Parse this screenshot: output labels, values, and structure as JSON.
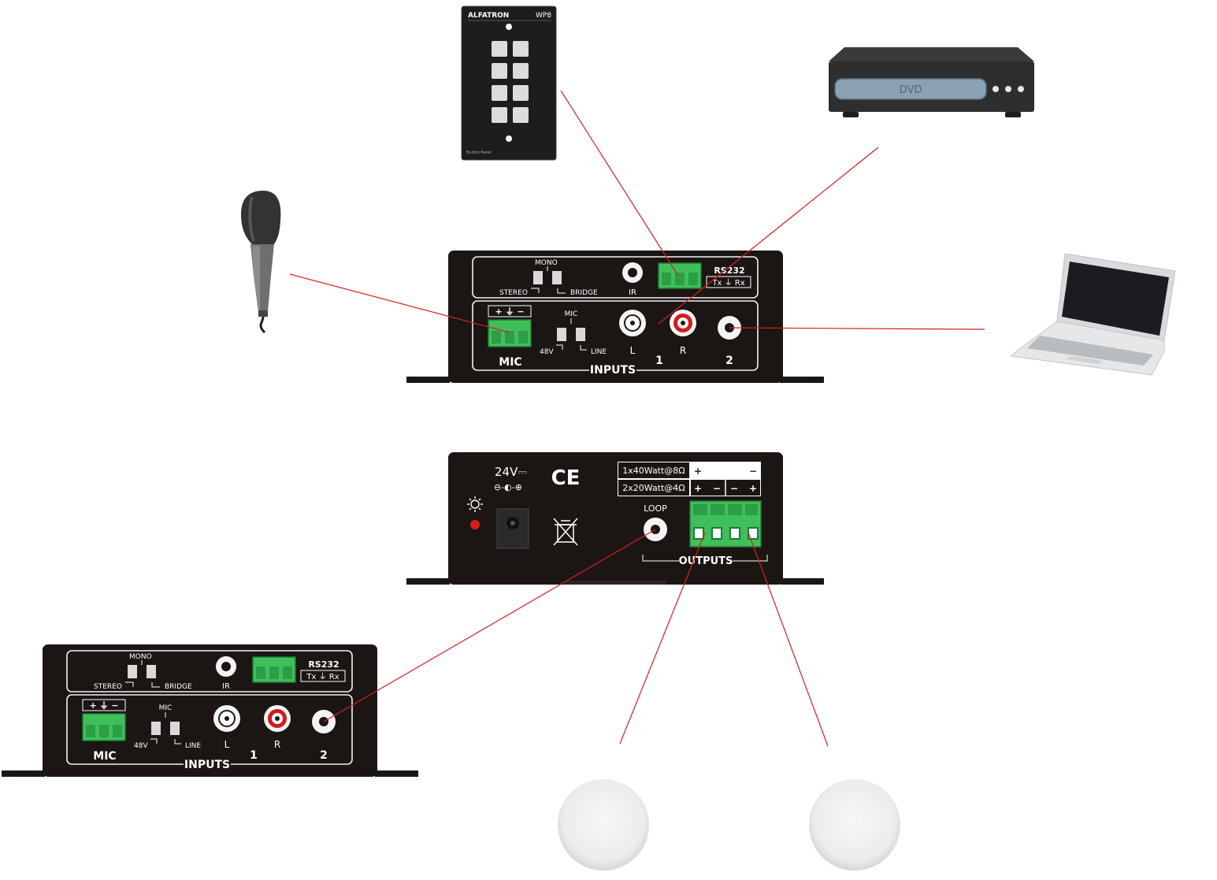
{
  "colors": {
    "cable": "#d42020",
    "chassis": "#1b1614",
    "terminal": "#3fbf5a",
    "rca_red": "#d21b1b"
  },
  "devices": {
    "button_panel": {
      "brand": "ALFATRON",
      "model": "WP8",
      "label": "Button Panel"
    },
    "dvd_player": {
      "display": "DVD"
    },
    "speakers": {
      "icon_name": "ceiling-speaker-icon"
    },
    "microphone": {
      "icon_name": "microphone-icon"
    },
    "laptop": {
      "icon_name": "laptop-icon"
    }
  },
  "front_panel": {
    "mono": "MONO",
    "stereo": "STEREO",
    "bridge": "BRIDGE",
    "ir": "IR",
    "rs232": "RS232",
    "txrx": "Tx ⏚ Rx",
    "terminal_signs": "+ ⏚ −",
    "mic_switch": "MIC",
    "v48": "48V",
    "line": "LINE",
    "left": "L",
    "right": "R",
    "mic": "MIC",
    "inputs": "INPUTS",
    "in1": "1",
    "in2": "2"
  },
  "rear_panel": {
    "power": "24V⎓",
    "polarity": "⊖-◐-⊕",
    "ce": "CE",
    "rating1": "1x40Watt@8Ω",
    "rating2": "2x20Watt@4Ω",
    "plus": "+",
    "minus": "−",
    "loop": "LOOP",
    "outputs": "OUTPUTS"
  }
}
